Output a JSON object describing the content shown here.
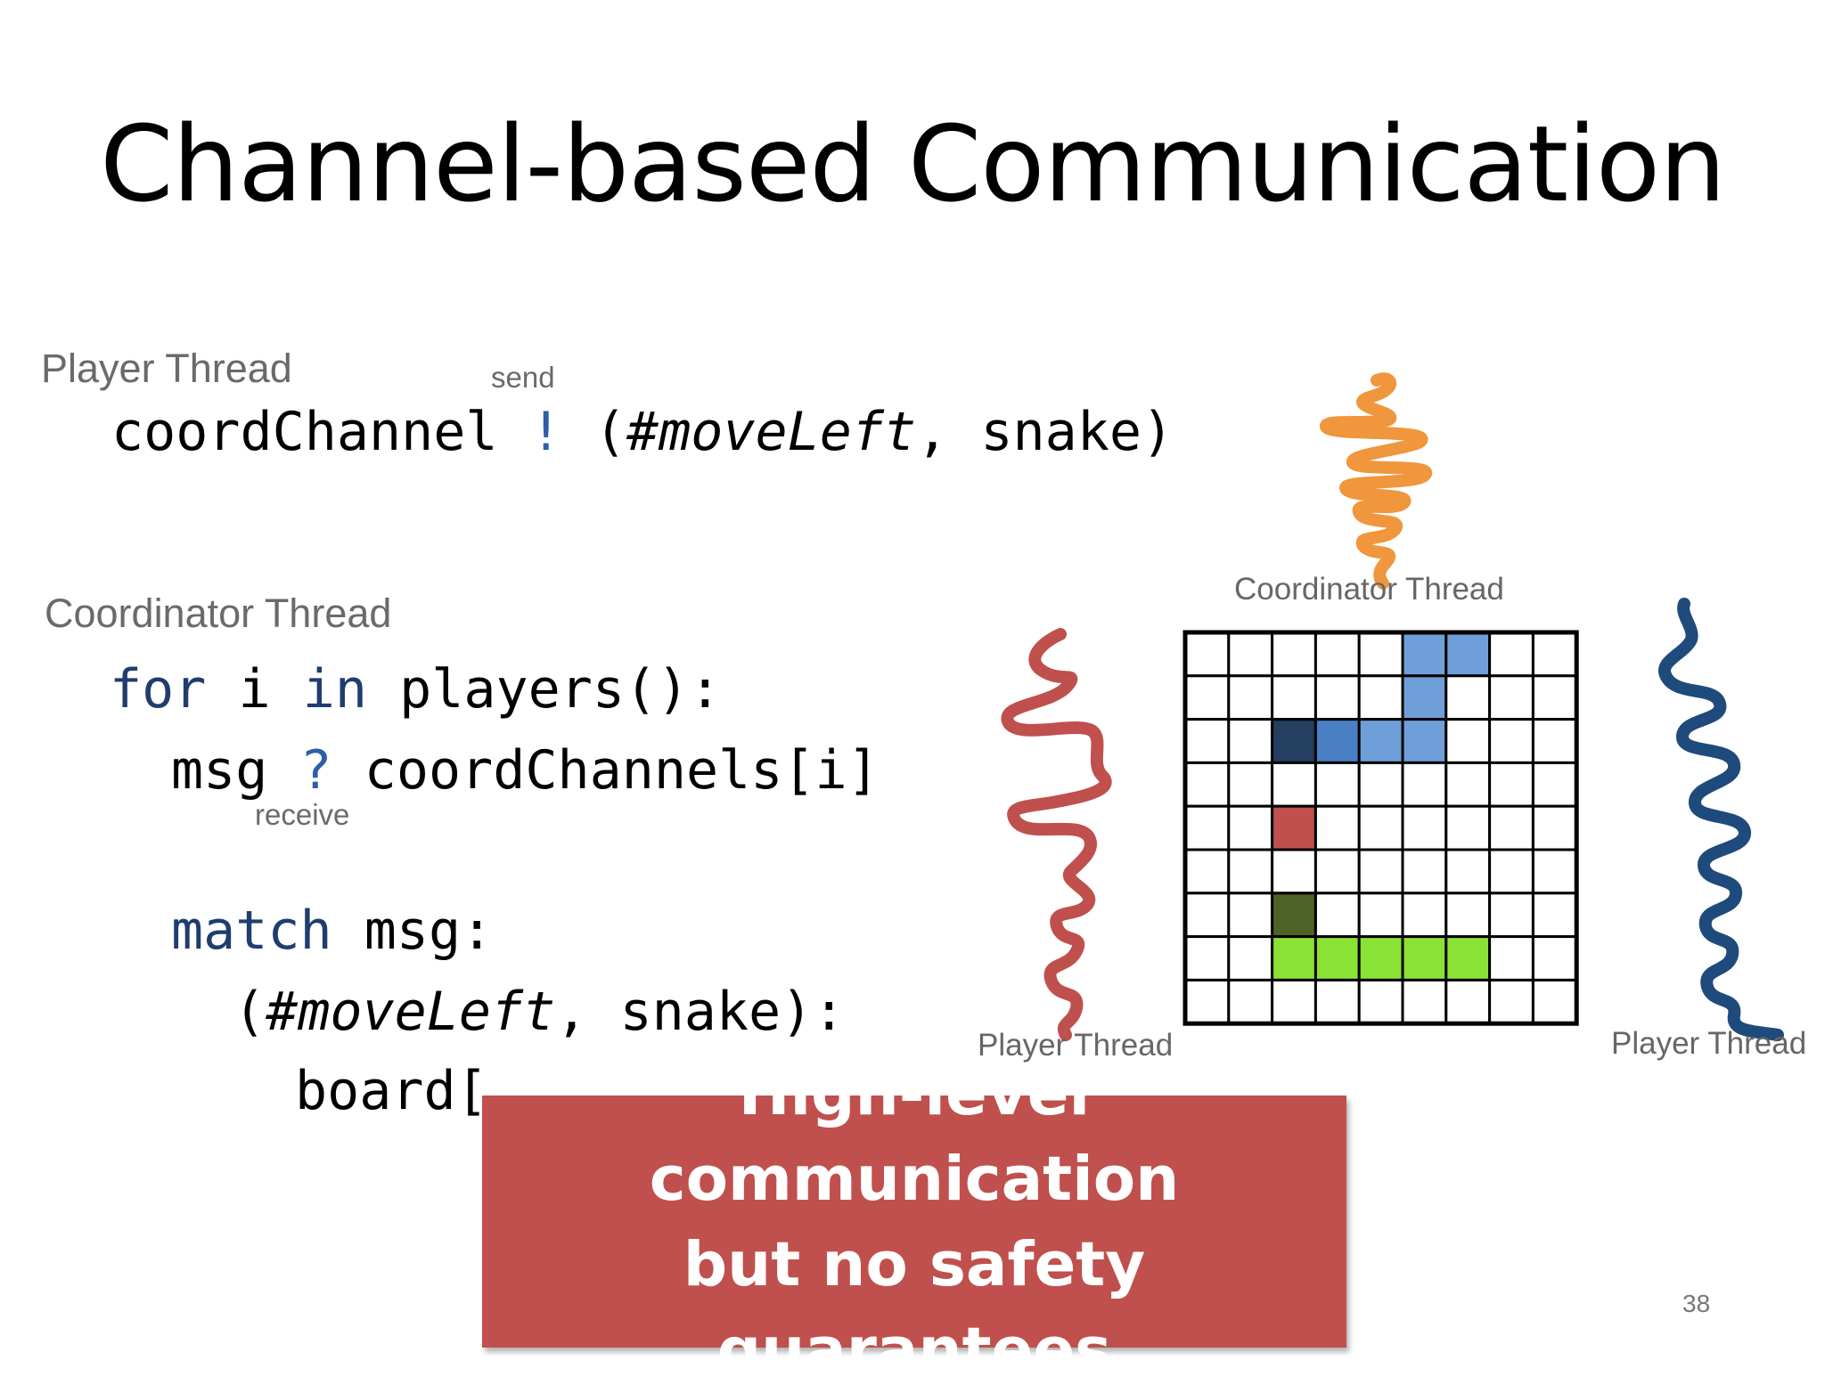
{
  "slide": {
    "title": "Channel-based Communication",
    "number": "38"
  },
  "player_section": {
    "label": "Player Thread",
    "send_label": "send",
    "code": {
      "channel": "coordChannel ",
      "send_op": "!",
      "open": " (",
      "message": "#moveLeft",
      "rest": ", snake)"
    }
  },
  "coordinator_section": {
    "label": "Coordinator Thread",
    "receive_label": "receive",
    "lines": {
      "for_kw": "for",
      "for_var": " i ",
      "in_kw": "in",
      "for_rest": " players():",
      "msg_var": "msg ",
      "recv_op": "?",
      "recv_rest": " coordChannels[i]",
      "match_kw": "match",
      "match_rest": " msg:",
      "case_open": "(",
      "case_msg": "#moveLeft",
      "case_rest": ", snake):",
      "board_line": "board["
    }
  },
  "diagram": {
    "coordinator_label": "Coordinator Thread",
    "left_player_label": "Player Thread",
    "right_player_label": "Player Thread",
    "thread_colors": {
      "coordinator": "#f0963c",
      "left_player": "#c0504d",
      "right_player": "#1f4a7c"
    },
    "grid": {
      "rows": 9,
      "cols": 9,
      "cells": [
        {
          "row": 0,
          "col": 5,
          "color": "#6f9fd8"
        },
        {
          "row": 0,
          "col": 6,
          "color": "#6f9fd8"
        },
        {
          "row": 1,
          "col": 5,
          "color": "#6f9fd8"
        },
        {
          "row": 2,
          "col": 2,
          "color": "#243f60"
        },
        {
          "row": 2,
          "col": 3,
          "color": "#4a7fc4"
        },
        {
          "row": 2,
          "col": 4,
          "color": "#6f9fd8"
        },
        {
          "row": 2,
          "col": 5,
          "color": "#6f9fd8"
        },
        {
          "row": 4,
          "col": 2,
          "color": "#c0504d"
        },
        {
          "row": 6,
          "col": 2,
          "color": "#4f6228"
        },
        {
          "row": 7,
          "col": 2,
          "color": "#8ae234"
        },
        {
          "row": 7,
          "col": 3,
          "color": "#8ae234"
        },
        {
          "row": 7,
          "col": 4,
          "color": "#8ae234"
        },
        {
          "row": 7,
          "col": 5,
          "color": "#8ae234"
        },
        {
          "row": 7,
          "col": 6,
          "color": "#8ae234"
        }
      ]
    }
  },
  "callout": {
    "line1": "High-level communication",
    "line2": "but no safety guarantees",
    "color": "#c0504d"
  }
}
